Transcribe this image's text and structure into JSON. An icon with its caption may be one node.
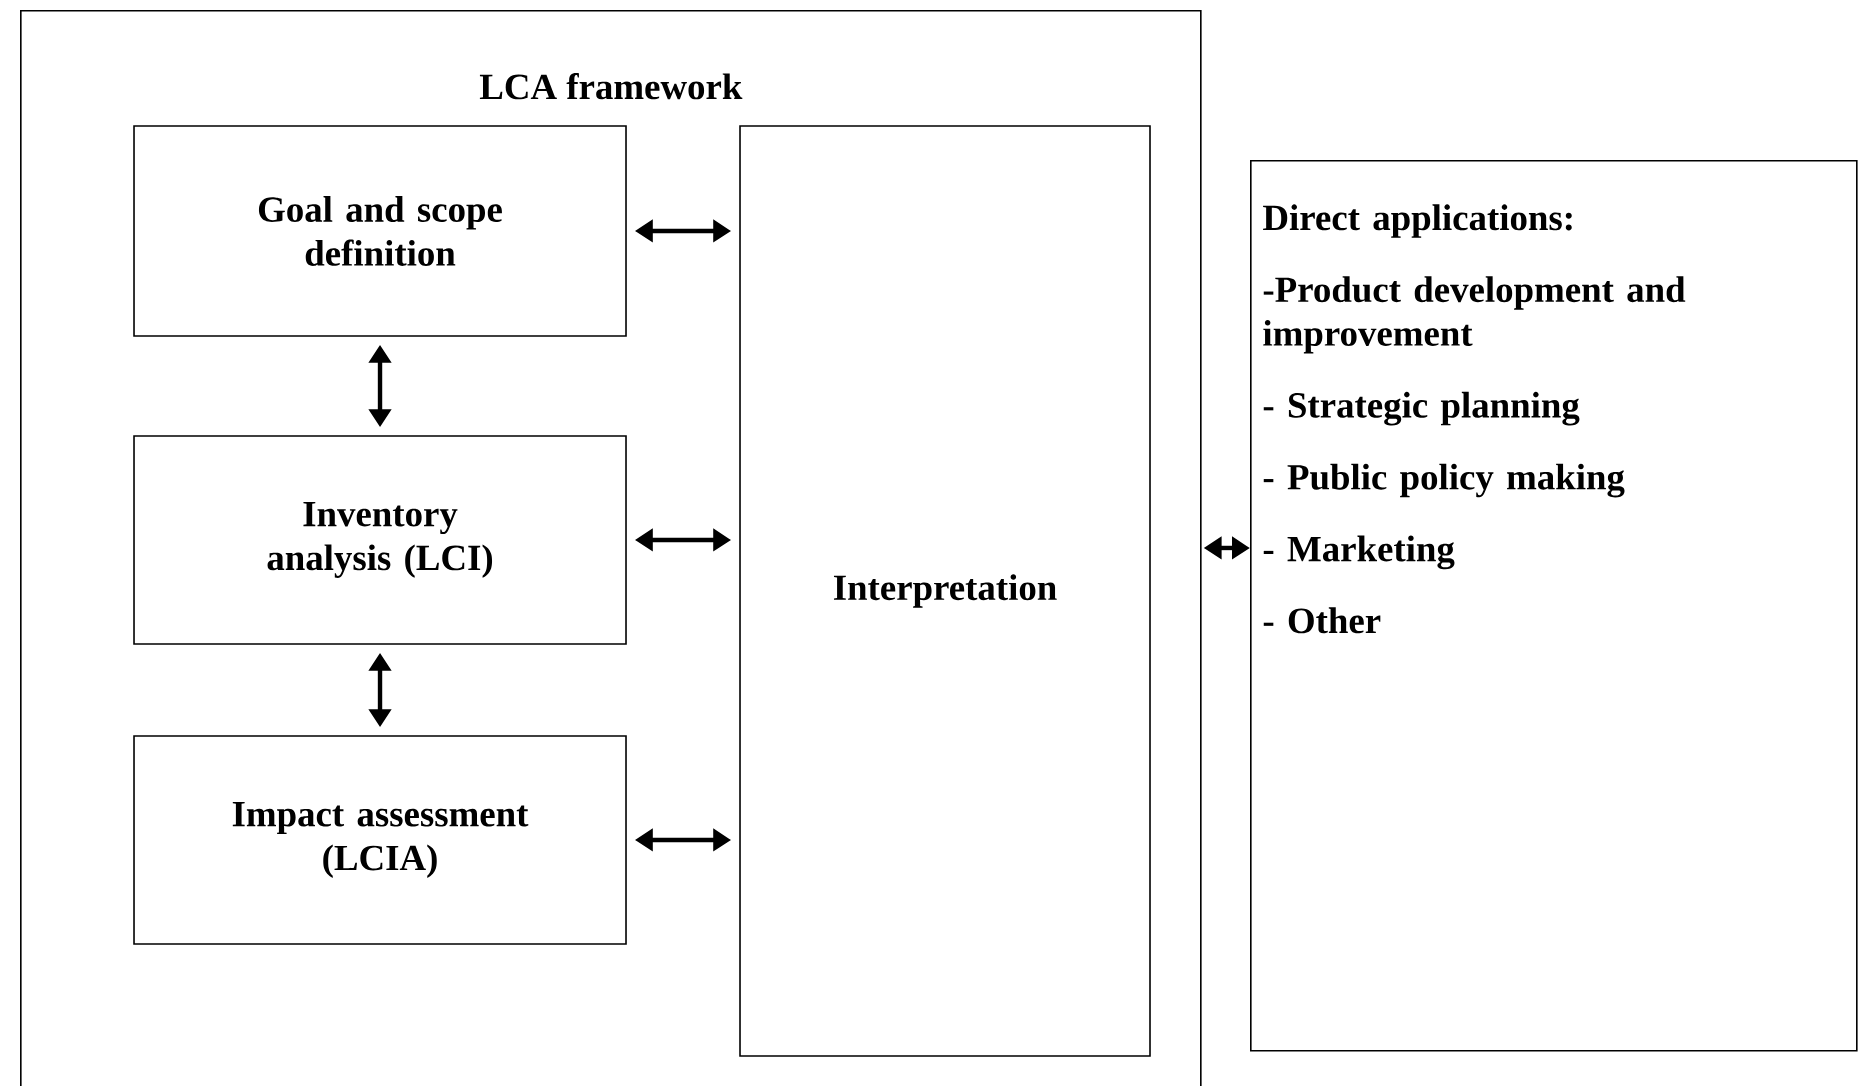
{
  "diagram": {
    "nodes": [
      {
        "text": [
          "LCA framework"
        ]
      },
      {
        "text": [
          "Goal and scope definition"
        ],
        "in": 0
      },
      {
        "text": [
          "Inventory analysis (LCI)"
        ],
        "in": 0
      },
      {
        "text": [
          "Impact assessment (LCIA)"
        ],
        "in": 0
      },
      {
        "text": [
          "Interpretation"
        ],
        "in": 0
      },
      {
        "text": [
          "Direct applications:",
          "-Product development and improvement",
          "- Strategic planning",
          "- Public policy making",
          "- Marketing",
          "- Other"
        ]
      }
    ],
    "edges": [
      {
        "from": 1,
        "to": 4,
        "arrow": "both"
      },
      {
        "from": 2,
        "to": 4,
        "arrow": "both"
      },
      {
        "from": 3,
        "to": 4,
        "arrow": "both"
      },
      {
        "from": 1,
        "to": 2,
        "arrow": "both"
      },
      {
        "from": 2,
        "to": 3,
        "arrow": "both"
      },
      {
        "from": 0,
        "to": 5,
        "arrow": "both"
      }
    ]
  }
}
